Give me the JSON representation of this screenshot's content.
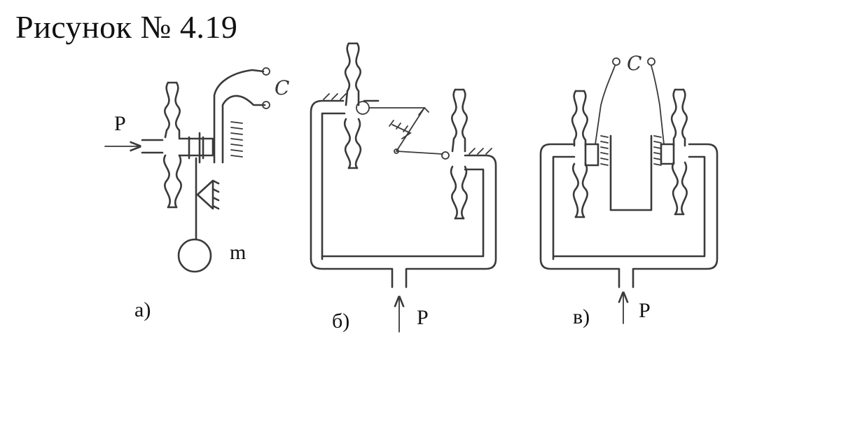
{
  "figure": {
    "title": "Рисунок № 4.19",
    "pressure_label": "P",
    "mass_label": "m",
    "contact_label": "C",
    "panels": [
      {
        "id": "a",
        "caption": "а)"
      },
      {
        "id": "b",
        "caption": "б)"
      },
      {
        "id": "v",
        "caption": "в)"
      }
    ]
  }
}
